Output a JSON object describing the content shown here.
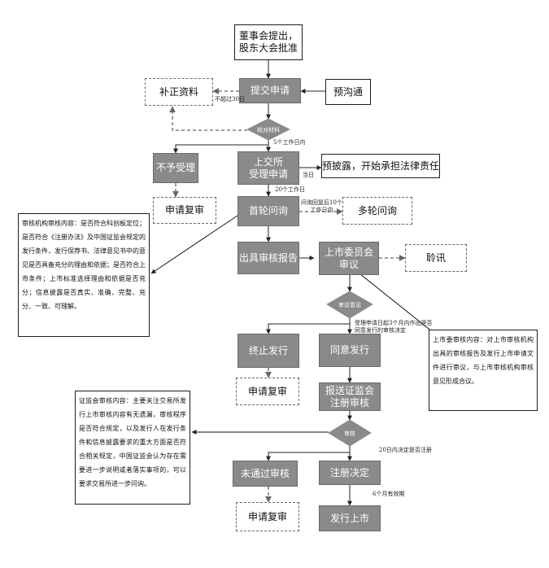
{
  "nodes": {
    "board": "董事会提出，\n股东大会批准",
    "submit": "提交申请",
    "supplement": "补正资料",
    "precomm": "预沟通",
    "reject": "不予受理",
    "accept": "上交所\n受理申请",
    "disclosure": "预披露，开始承担法律责任",
    "review_reject": "申请复审",
    "first_inquiry": "首轮问询",
    "multi_inquiry": "多轮问询",
    "report": "出具审核报告",
    "committee": "上市委员会\n审议",
    "hearing": "聆讯",
    "terminate": "终止发行",
    "approve": "同意发行",
    "review_terminate": "申请复审",
    "csrc": "报送证监会\n注册审核",
    "not_passed": "未通过审核",
    "register": "注册决定",
    "review_not_passed": "申请复审",
    "listing": "发行上市"
  },
  "diamonds": {
    "check": "核对材料",
    "opinion": "审议意见",
    "audit": "审核"
  },
  "edge_notes": {
    "within30": "不超过30日",
    "days5": "5个工作日内",
    "same_day": "当日",
    "days20a": "20个工作日",
    "reply10": "问询回复后10个\n工作日内",
    "decision": "受理申请日起3个月内作出是否\n同意发行的审核决定",
    "days20b": "20日内决定是否注册",
    "months6": "6个月有效期"
  },
  "panels": {
    "sse_content": "审核机构审核内容：是否符合科创板定位；是否符合《注册办法》及中国证监会规定的发行条件，发行保荐书、法律意见书中的意见是否具备充分的理由和依据；是否符合上市条件；上市标准选择理由和依据是否充分；信息披露是否真实、准确、完整、充分、一致、可理解。",
    "committee_content": "上市委审核内容：对上市审核机构出具的审核报告及发行上市申请文件进行审议，与上市审核机构审核意见形成合议。",
    "csrc_content": "证监会审核内容：主要关注交易所发行上市审核内容有无遗漏，审核程序是否符合规定，以及发行人在发行条件和信息披露要求的重大方面是否符合相关规定，中国证监会认为存在需要进一步说明或者落实事项的，可以要求交易所进一步问询。"
  }
}
